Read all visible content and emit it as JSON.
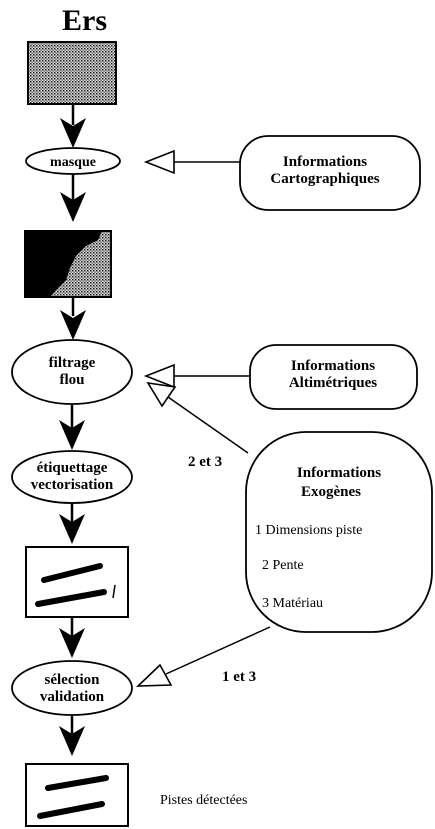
{
  "title": "Ers",
  "nodes": {
    "masque": "masque",
    "filtrage_1": "filtrage",
    "filtrage_2": "flou",
    "etiquettage_1": "étiquettage",
    "etiquettage_2": "vectorisation",
    "selection_1": "sélection",
    "selection_2": "validation"
  },
  "sources": {
    "carto_1": "Informations",
    "carto_2": "Cartographiques",
    "alti_1": "Informations",
    "alti_2": "Altimétriques",
    "exo_title_1": "Informations",
    "exo_title_2": "Exogènes",
    "exo_item_1": "1 Dimensions piste",
    "exo_item_2": "2 Pente",
    "exo_item_3": "3 Matériau"
  },
  "edge_labels": {
    "to_filtrage": "2 et 3",
    "to_selection": "1 et 3"
  },
  "output_label": "Pistes détectées"
}
